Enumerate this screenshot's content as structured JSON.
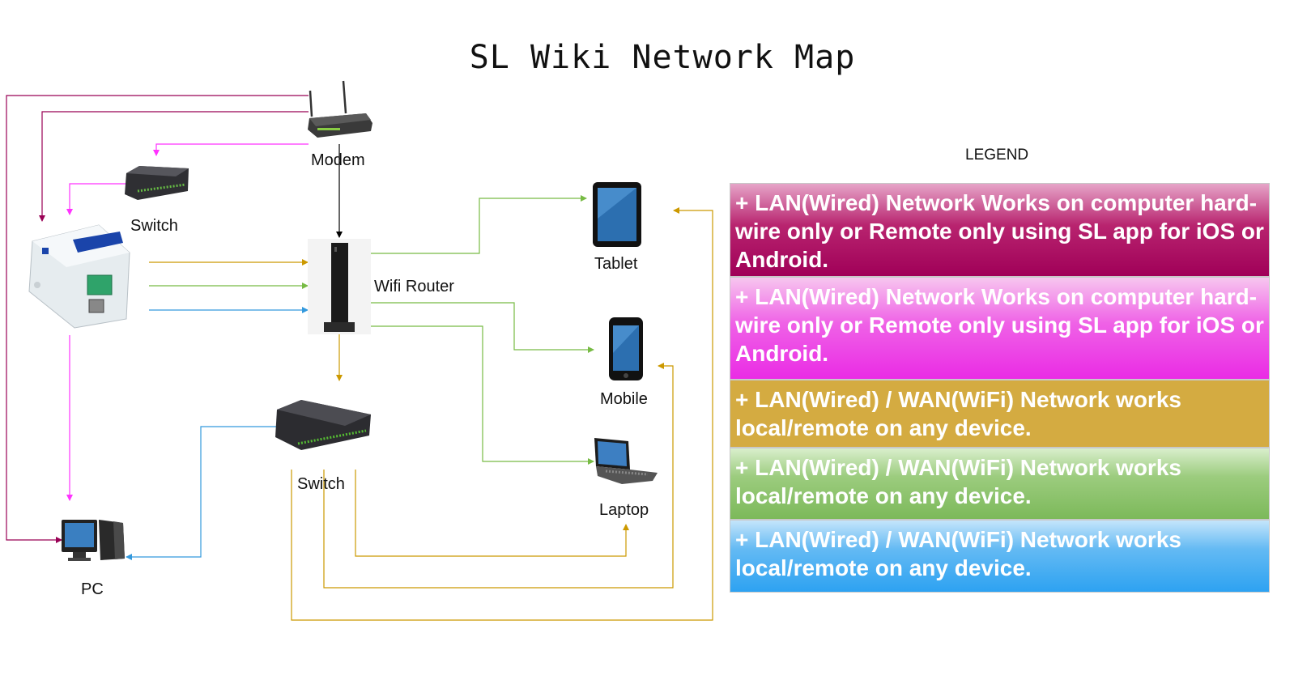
{
  "title": "SL Wiki Network Map",
  "devices": {
    "modem": "Modem",
    "switch_top": "Switch",
    "wifi_router": "Wifi Router",
    "switch_bottom": "Switch",
    "pc": "PC",
    "tablet": "Tablet",
    "mobile": "Mobile",
    "laptop": "Laptop"
  },
  "legend": {
    "title": "LEGEND",
    "items": [
      {
        "text": "+ LAN(Wired) Network Works on computer hard-wire only or  Remote only using SL app for iOS or Android.",
        "color": "#a5005c"
      },
      {
        "text": "+ LAN(Wired) Network Works on computer hard-wire only or  Remote only using SL app for iOS or Android.",
        "color": "#ee3de9"
      },
      {
        "text": "+ LAN(Wired) /  WAN(WiFi) Network works local/remote on any device.",
        "color": "#d6ac3f"
      },
      {
        "text": "+ LAN(Wired) /  WAN(WiFi) Network works local/remote on any device.",
        "color": "#7fba5a"
      },
      {
        "text": "+ LAN(Wired) /  WAN(WiFi) Network works local/remote on any device.",
        "color": "#2fa4f2"
      }
    ]
  },
  "colors": {
    "maroon": "#990055",
    "magenta": "#ff33ff",
    "gold": "#cc9900",
    "green": "#77bb44",
    "blue": "#3399dd",
    "black": "#000000"
  }
}
